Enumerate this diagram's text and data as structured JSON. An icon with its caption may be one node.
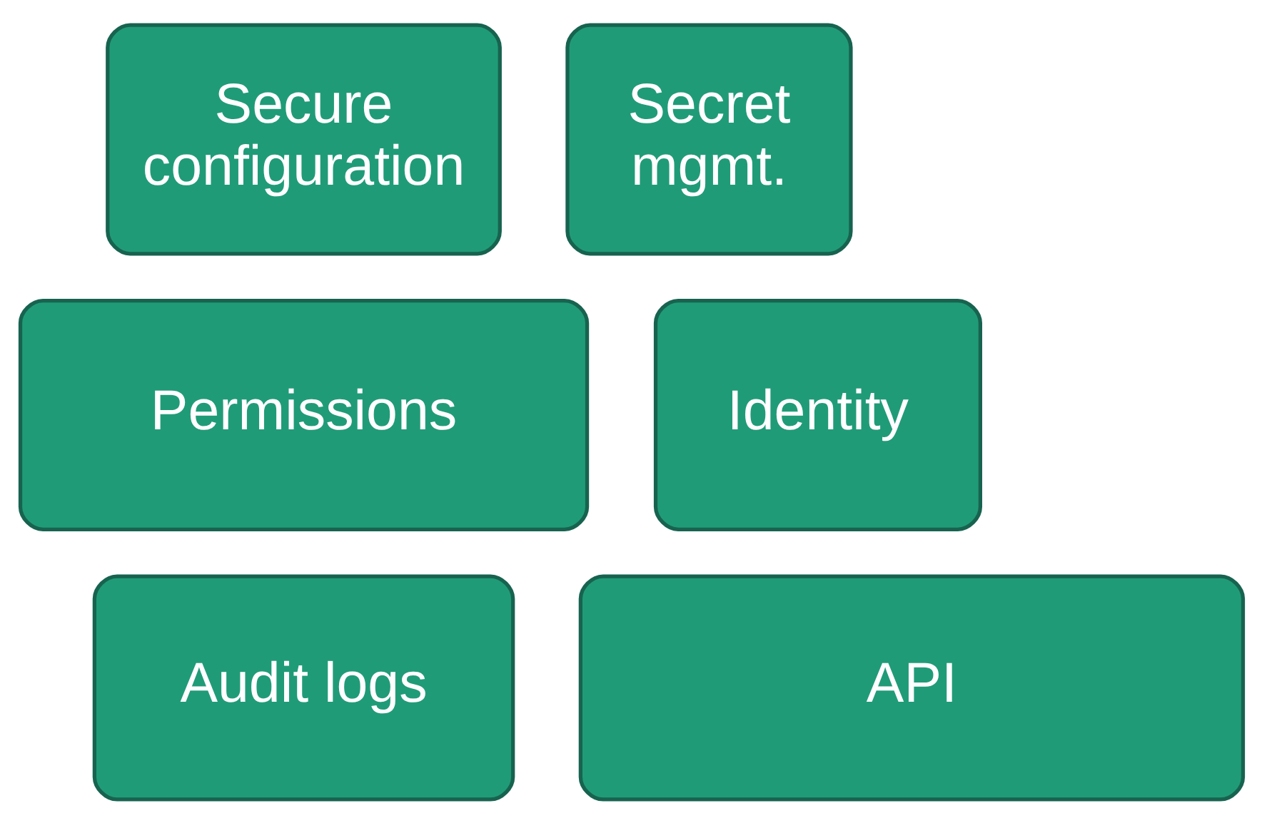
{
  "diagram": {
    "nodes": [
      {
        "text": [
          "Secure configuration"
        ]
      },
      {
        "text": [
          "Secret mgmt."
        ]
      },
      {
        "text": [
          "Permissions"
        ]
      },
      {
        "text": [
          "Identity"
        ]
      },
      {
        "text": [
          "Audit logs"
        ]
      },
      {
        "text": [
          "API"
        ]
      }
    ]
  }
}
